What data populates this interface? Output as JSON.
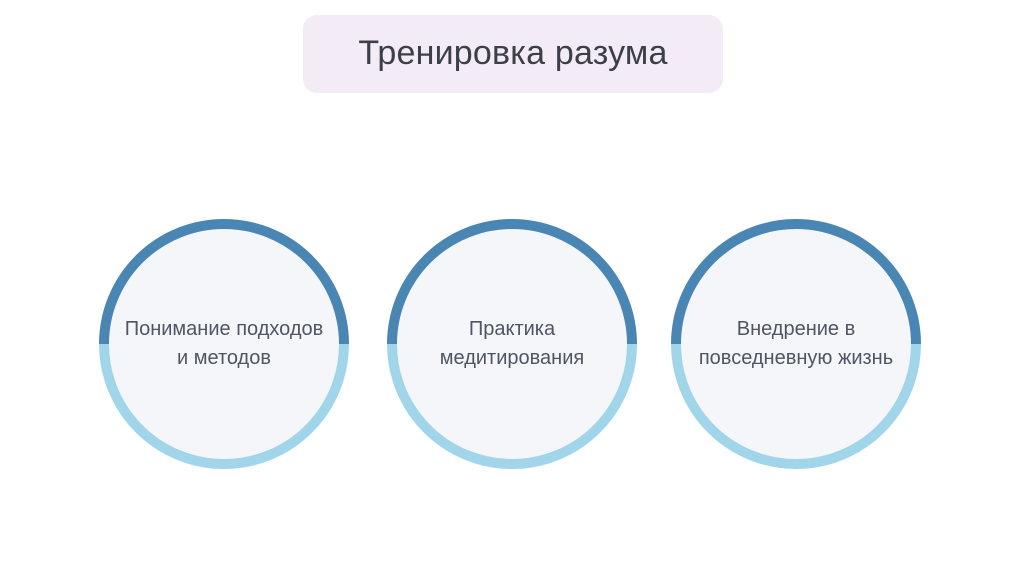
{
  "slide": {
    "background_color": "#ffffff",
    "title": {
      "text": "Тренировка разума",
      "pill_color": "#f3ecf6",
      "text_color": "#3c3f4a"
    },
    "circles": [
      {
        "label": "Понимание подходов и методов",
        "ring_top_color": "#4a86b4",
        "ring_bottom_color": "#a1d6ea",
        "fill_color": "#f4f6fa",
        "text_color": "#4f5563"
      },
      {
        "label": "Практика медитирования",
        "ring_top_color": "#4a86b4",
        "ring_bottom_color": "#a1d6ea",
        "fill_color": "#f4f6fa",
        "text_color": "#4f5563"
      },
      {
        "label": "Внедрение в повседневную жизнь",
        "ring_top_color": "#4a86b4",
        "ring_bottom_color": "#a1d6ea",
        "fill_color": "#f4f6fa",
        "text_color": "#4f5563"
      }
    ]
  }
}
